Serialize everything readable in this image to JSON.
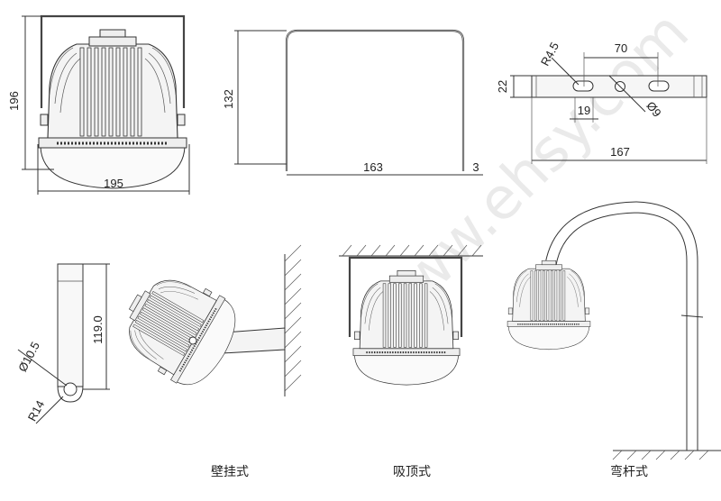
{
  "dimensions": {
    "lamp_height": "196",
    "lamp_width": "195",
    "bracket_height": "132",
    "bracket_width": "163",
    "bracket_thickness": "3",
    "plate_radius": "R4.5",
    "plate_spacing": "70",
    "plate_height": "22",
    "plate_offset": "19",
    "plate_hole": "Ø9",
    "plate_length": "167",
    "arm_diameter": "Ø10.5",
    "arm_length": "119.0",
    "arm_radius": "R14"
  },
  "captions": {
    "wall": "壁挂式",
    "ceiling": "吸顶式",
    "pole": "弯杆式"
  },
  "watermark": "www.ehsy.com",
  "colors": {
    "line": "#333333",
    "watermark": "#d9d9d9"
  }
}
